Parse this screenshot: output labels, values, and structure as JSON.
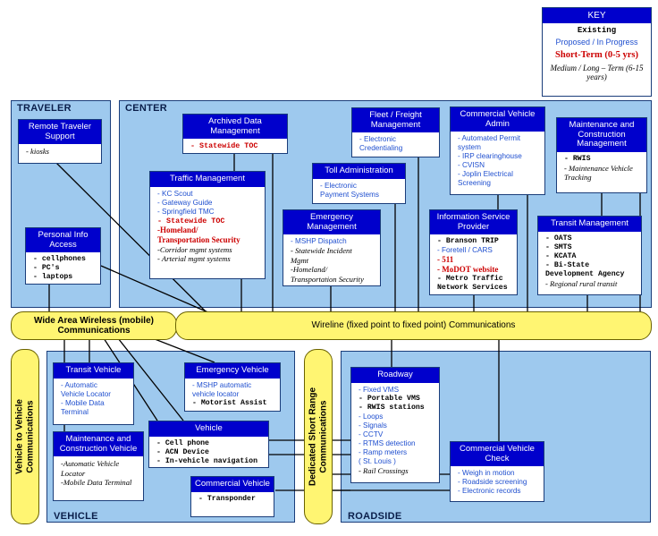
{
  "key": {
    "title": "KEY",
    "existing": "Existing",
    "proposed": "Proposed / In Progress",
    "short": "Short-Term (0-5 yrs)",
    "medium": "Medium / Long – Term (6-15 years)"
  },
  "regions": {
    "traveler": "TRAVELER",
    "center": "CENTER",
    "vehicle": "VEHICLE",
    "roadside": "ROADSIDE"
  },
  "buses": {
    "wireless": "Wide Area Wireless (mobile) Communications",
    "wireline": "Wireline (fixed point to fixed point) Communications",
    "v2v": "Vehicle to Vehicle Communications",
    "dsrc": "Dedicated Short Range Communications"
  },
  "boxes": {
    "remote_traveler": {
      "title": "Remote Traveler Support",
      "items": [
        {
          "text": "- kiosks",
          "style": "ital"
        }
      ]
    },
    "personal_info": {
      "title": "Personal Info Access",
      "items": [
        {
          "text": "- cellphones",
          "style": "mono"
        },
        {
          "text": "- PC's",
          "style": "mono"
        },
        {
          "text": "- laptops",
          "style": "mono"
        }
      ]
    },
    "archived": {
      "title": "Archived Data Management",
      "items": [
        {
          "text": "- Statewide TOC",
          "style": "short-mono"
        }
      ]
    },
    "traffic": {
      "title": "Traffic Management",
      "items": [
        {
          "text": "- KC Scout",
          "style": "prog"
        },
        {
          "text": "- Gateway Guide",
          "style": "prog"
        },
        {
          "text": "- Springfield TMC",
          "style": "prog"
        },
        {
          "text": "- Statewide TOC",
          "style": "short-mono"
        },
        {
          "text": "-Homeland/",
          "style": "short"
        },
        {
          "text": "Transportation Security",
          "style": "short"
        },
        {
          "text": "-Corridor mgmt systems",
          "style": "ital"
        },
        {
          "text": "- Arterial mgmt systems",
          "style": "ital"
        }
      ]
    },
    "fleet": {
      "title": "Fleet / Freight Management",
      "items": [
        {
          "text": "- Electronic",
          "style": "prog"
        },
        {
          "text": "Credentialing",
          "style": "prog"
        }
      ]
    },
    "toll": {
      "title": "Toll Administration",
      "items": [
        {
          "text": "- Electronic",
          "style": "prog"
        },
        {
          "text": "Payment Systems",
          "style": "prog"
        }
      ]
    },
    "emergency": {
      "title": "Emergency Management",
      "items": [
        {
          "text": "- MSHP Dispatch",
          "style": "prog"
        },
        {
          "text": "- Statewide Incident",
          "style": "ital"
        },
        {
          "text": "Mgmt",
          "style": "ital"
        },
        {
          "text": "-Homeland/",
          "style": "ital"
        },
        {
          "text": "Transportation Security",
          "style": "ital"
        }
      ]
    },
    "cv_admin": {
      "title": "Commercial Vehicle Admin",
      "items": [
        {
          "text": "- Automated Permit",
          "style": "prog"
        },
        {
          "text": "system",
          "style": "prog"
        },
        {
          "text": "- IRP clearinghouse",
          "style": "prog"
        },
        {
          "text": "- CVISN",
          "style": "prog"
        },
        {
          "text": "- Joplin Electrical",
          "style": "prog"
        },
        {
          "text": "Screening",
          "style": "prog"
        }
      ]
    },
    "maint_center": {
      "title": "Maintenance and Construction Management",
      "items": [
        {
          "text": "- RWIS",
          "style": "mono"
        },
        {
          "text": "- Maintenance Vehicle",
          "style": "ital"
        },
        {
          "text": "Tracking",
          "style": "ital"
        }
      ]
    },
    "isp": {
      "title": "Information Service Provider",
      "items": [
        {
          "text": "- Branson TRIP",
          "style": "mono"
        },
        {
          "text": "- Foretell / CARS",
          "style": "prog"
        },
        {
          "text": "- 511",
          "style": "short"
        },
        {
          "text": "- MoDOT website",
          "style": "short"
        },
        {
          "text": "- Metro Traffic",
          "style": "mono"
        },
        {
          "text": "Network Services",
          "style": "mono"
        }
      ]
    },
    "transit_mgmt": {
      "title": "Transit Management",
      "items": [
        {
          "text": "-  OATS",
          "style": "mono"
        },
        {
          "text": "- SMTS",
          "style": "mono"
        },
        {
          "text": "- KCATA",
          "style": "mono"
        },
        {
          "text": "- Bi-State",
          "style": "mono"
        },
        {
          "text": "Development Agency",
          "style": "mono"
        },
        {
          "text": "- Regional rural transit",
          "style": "ital"
        }
      ]
    },
    "transit_vehicle": {
      "title": "Transit Vehicle",
      "items": [
        {
          "text": "- Automatic",
          "style": "prog"
        },
        {
          "text": "Vehicle Locator",
          "style": "prog"
        },
        {
          "text": "- Mobile Data",
          "style": "prog"
        },
        {
          "text": "Terminal",
          "style": "prog"
        }
      ]
    },
    "emergency_vehicle": {
      "title": "Emergency Vehicle",
      "items": [
        {
          "text": "- MSHP automatic",
          "style": "prog"
        },
        {
          "text": "vehicle locator",
          "style": "prog"
        },
        {
          "text": "- Motorist Assist",
          "style": "mono"
        }
      ]
    },
    "vehicle": {
      "title": "Vehicle",
      "items": [
        {
          "text": "- Cell phone",
          "style": "mono"
        },
        {
          "text": "- ACN Device",
          "style": "mono"
        },
        {
          "text": "- In-vehicle navigation",
          "style": "mono"
        }
      ]
    },
    "maint_vehicle": {
      "title": "Maintenance and Construction Vehicle",
      "items": [
        {
          "text": "-Automatic Vehicle",
          "style": "ital"
        },
        {
          "text": "Locator",
          "style": "ital"
        },
        {
          "text": "-Mobile Data Terminal",
          "style": "ital"
        }
      ]
    },
    "commercial_vehicle": {
      "title": "Commercial Vehicle",
      "items": [
        {
          "text": "- Transponder",
          "style": "mono"
        }
      ]
    },
    "roadway": {
      "title": "Roadway",
      "items": [
        {
          "text": "- Fixed VMS",
          "style": "prog"
        },
        {
          "text": "- Portable VMS",
          "style": "mono"
        },
        {
          "text": "- RWIS stations",
          "style": "mono"
        },
        {
          "text": "- Loops",
          "style": "prog"
        },
        {
          "text": "- Signals",
          "style": "prog"
        },
        {
          "text": "- CCTV",
          "style": "prog"
        },
        {
          "text": "- RTMS detection",
          "style": "prog"
        },
        {
          "text": "- Ramp meters",
          "style": "prog"
        },
        {
          "text": "( St. Louis )",
          "style": "prog"
        },
        {
          "text": "- Rail Crossings",
          "style": "ital"
        }
      ]
    },
    "cv_check": {
      "title": "Commercial Vehicle Check",
      "items": [
        {
          "text": "- Weigh in motion",
          "style": "prog"
        },
        {
          "text": "- Roadside screening",
          "style": "prog"
        },
        {
          "text": "- Electronic  records",
          "style": "prog"
        }
      ]
    }
  }
}
